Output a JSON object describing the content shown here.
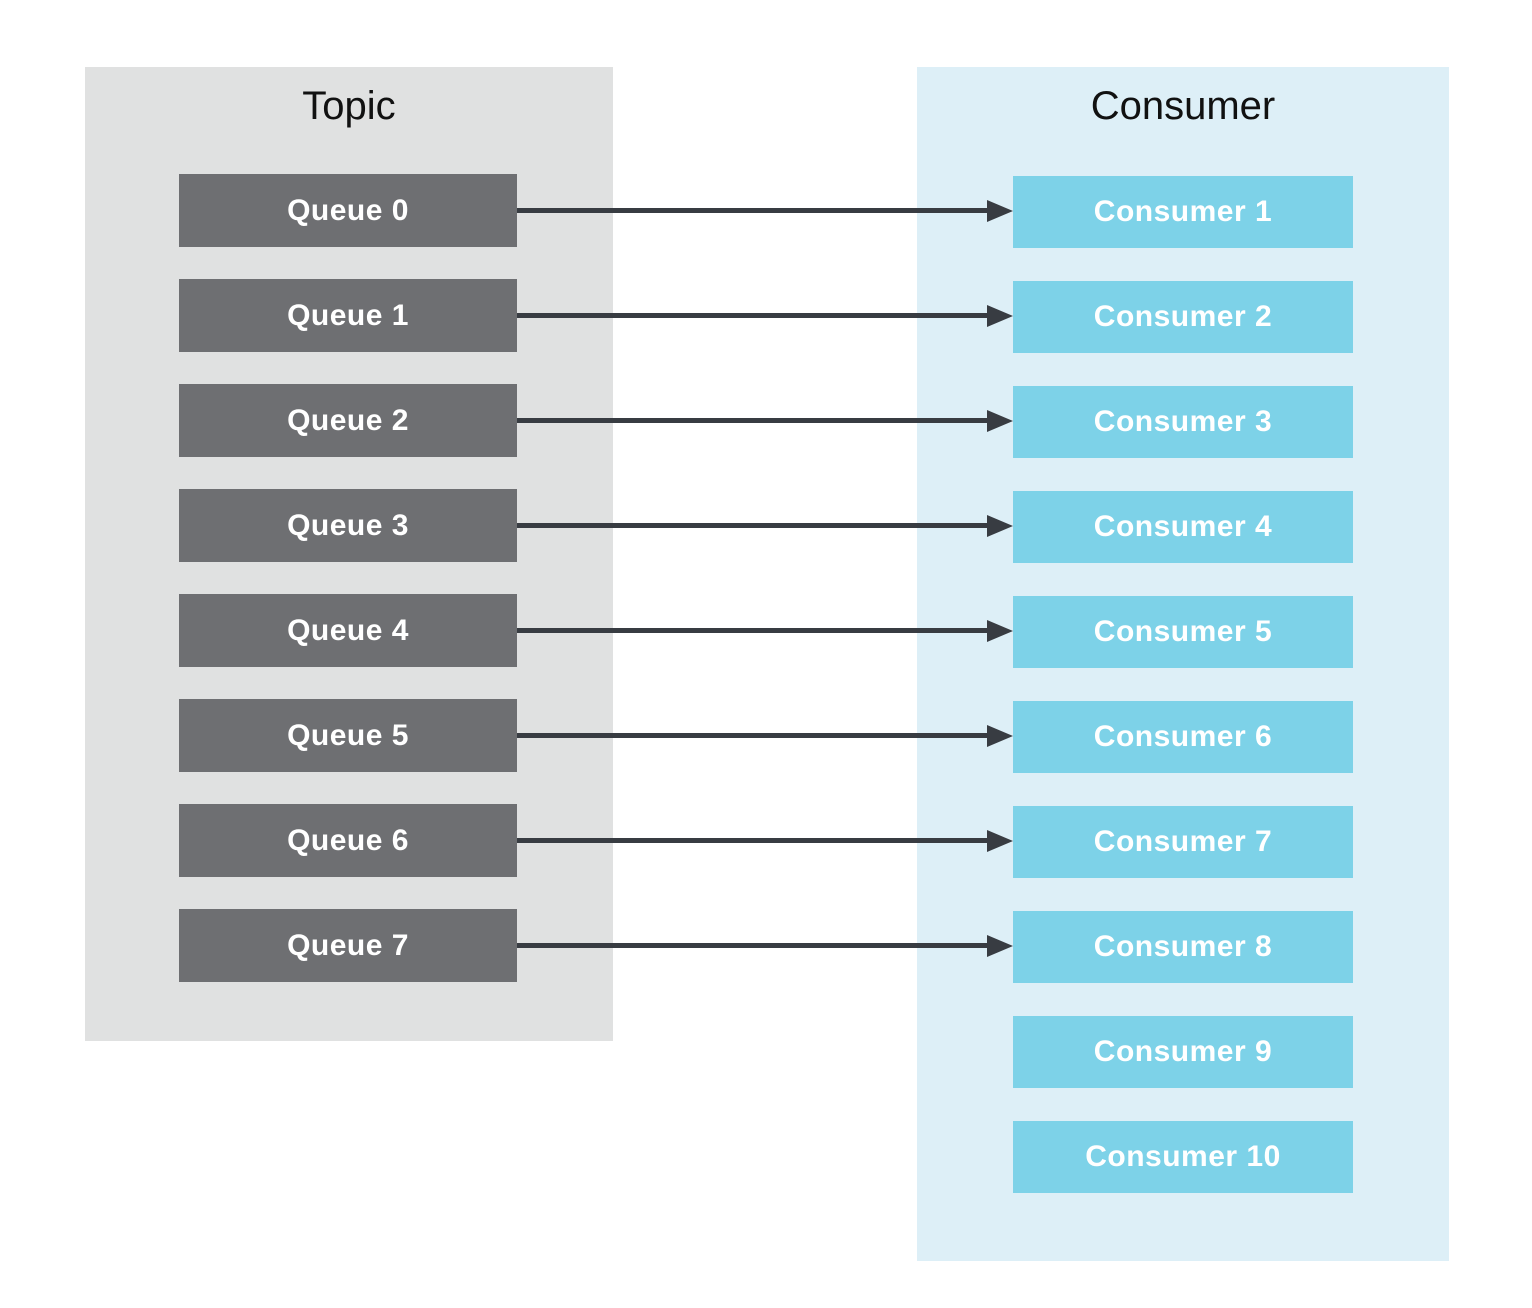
{
  "diagram": {
    "colors": {
      "topic_panel_bg": "#e0e1e1",
      "consumer_panel_bg": "#ddeff7",
      "queue_box_bg": "#6e6f72",
      "consumer_box_bg": "#7dd2e8",
      "arrow": "#383c42",
      "box_text": "#ffffff",
      "title_text": "#111111"
    },
    "topic_panel": {
      "title": "Topic",
      "queues": [
        {
          "label": "Queue 0"
        },
        {
          "label": "Queue 1"
        },
        {
          "label": "Queue 2"
        },
        {
          "label": "Queue 3"
        },
        {
          "label": "Queue 4"
        },
        {
          "label": "Queue 5"
        },
        {
          "label": "Queue 6"
        },
        {
          "label": "Queue 7"
        }
      ]
    },
    "consumer_panel": {
      "title": "Consumer",
      "consumers": [
        {
          "label": "Consumer 1"
        },
        {
          "label": "Consumer 2"
        },
        {
          "label": "Consumer 3"
        },
        {
          "label": "Consumer 4"
        },
        {
          "label": "Consumer 5"
        },
        {
          "label": "Consumer 6"
        },
        {
          "label": "Consumer 7"
        },
        {
          "label": "Consumer 8"
        },
        {
          "label": "Consumer 9"
        },
        {
          "label": "Consumer 10"
        }
      ]
    },
    "connections": [
      {
        "from": "Queue 0",
        "to": "Consumer 1"
      },
      {
        "from": "Queue 1",
        "to": "Consumer 2"
      },
      {
        "from": "Queue 2",
        "to": "Consumer 3"
      },
      {
        "from": "Queue 3",
        "to": "Consumer 4"
      },
      {
        "from": "Queue 4",
        "to": "Consumer 5"
      },
      {
        "from": "Queue 5",
        "to": "Consumer 6"
      },
      {
        "from": "Queue 6",
        "to": "Consumer 7"
      },
      {
        "from": "Queue 7",
        "to": "Consumer 8"
      }
    ]
  }
}
